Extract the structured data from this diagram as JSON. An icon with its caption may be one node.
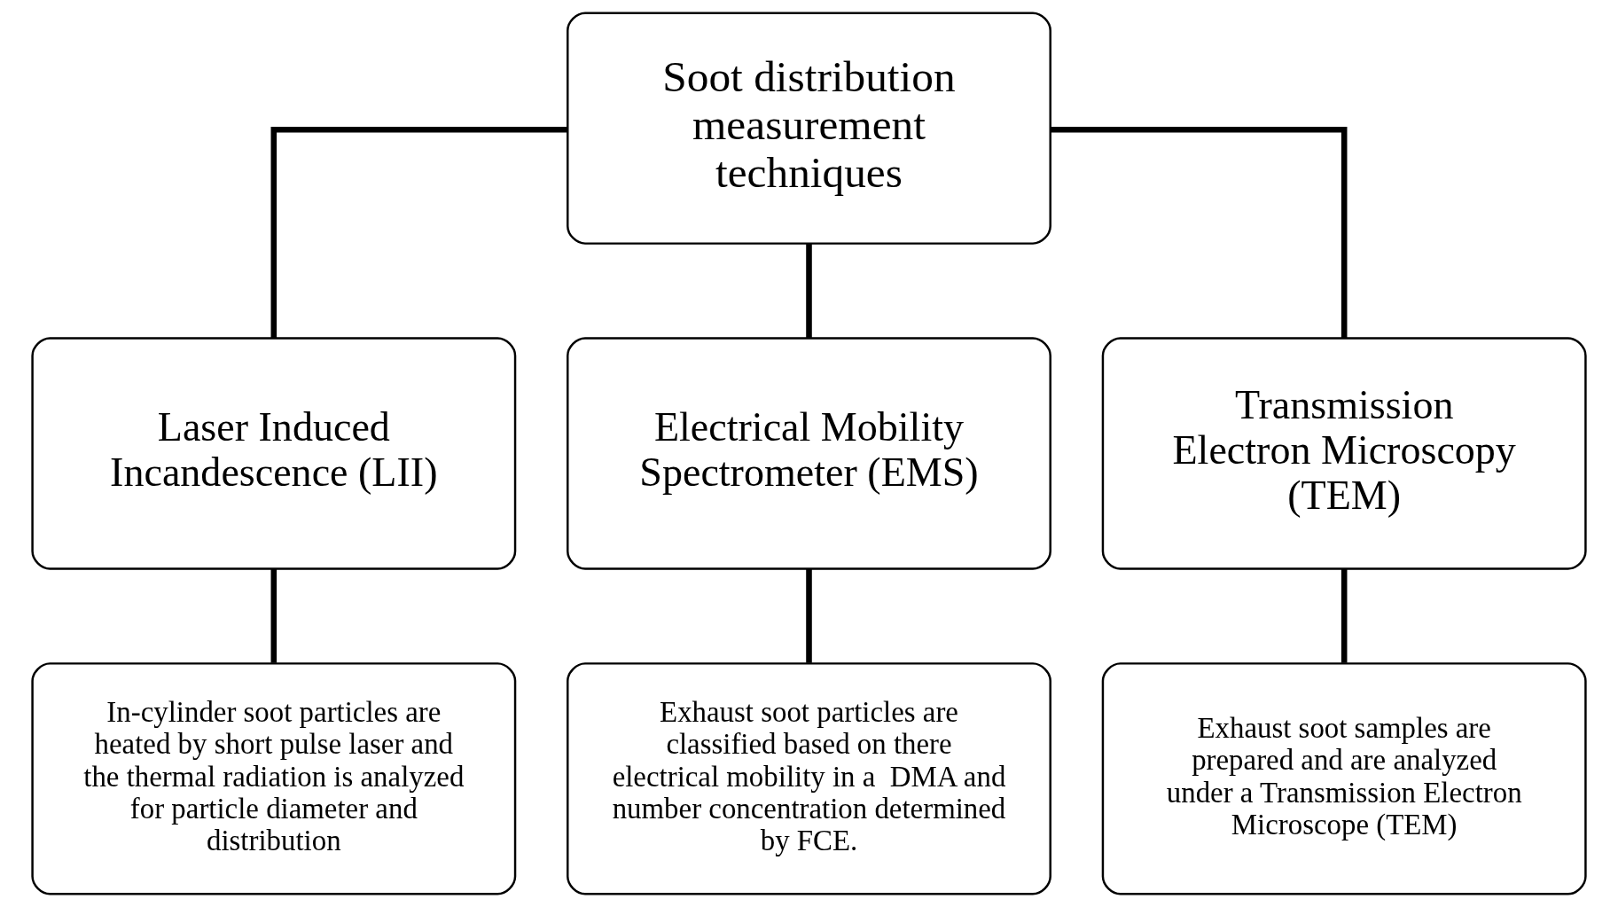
{
  "diagram": {
    "nodes": [
      {
        "text": [
          "Soot distribution measurement techniques"
        ]
      },
      {
        "text": [
          "Laser Induced Incandescence (LII)"
        ]
      },
      {
        "text": [
          "Electrical Mobility Spectrometer (EMS)"
        ]
      },
      {
        "text": [
          "Transmission Electron Microscopy (TEM)"
        ]
      },
      {
        "text": [
          "In-cylinder soot particles are heated by short pulse laser and the thermal radiation is analyzed for particle diameter and distribution"
        ]
      },
      {
        "text": [
          "Exhaust soot particles are classified based on there electrical mobility in a  DMA and number concentration determined by FCE."
        ]
      },
      {
        "text": [
          "Exhaust soot samples are prepared and are analyzed under a Transmission Electron Microscope (TEM)"
        ]
      }
    ],
    "edges": [
      {
        "from": 0,
        "to": 1,
        "arrow": "none"
      },
      {
        "from": 0,
        "to": 2,
        "arrow": "none"
      },
      {
        "from": 0,
        "to": 3,
        "arrow": "none"
      },
      {
        "from": 1,
        "to": 4,
        "arrow": "none"
      },
      {
        "from": 2,
        "to": 5,
        "arrow": "none"
      },
      {
        "from": 3,
        "to": 6,
        "arrow": "none"
      }
    ]
  }
}
